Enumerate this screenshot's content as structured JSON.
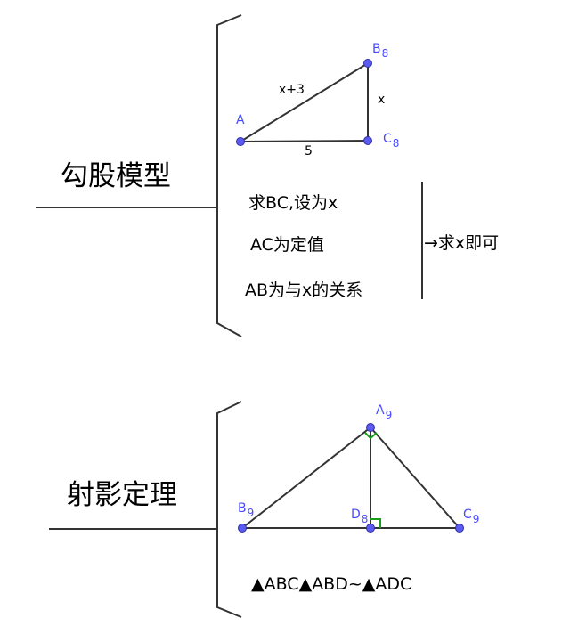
{
  "section1": {
    "title": "勾股模型",
    "points": {
      "a": "A",
      "b": "B",
      "b_sub": "8",
      "c": "C",
      "c_sub": "8"
    },
    "edges": {
      "ab": "x+3",
      "bc": "x",
      "ac": "5"
    },
    "notes": [
      "求BC,设为x",
      "AC为定值",
      "AB为与x的关系"
    ],
    "conclusion": "→求x即可"
  },
  "section2": {
    "title": "射影定理",
    "points": {
      "a": "A",
      "a_sub": "9",
      "b": "B",
      "b_sub": "9",
      "c": "C",
      "c_sub": "9",
      "d": "D",
      "d_sub": "8"
    },
    "similarity": "▲ABC▲ABD~▲ADC"
  },
  "colors": {
    "point_fill": "#5b5bf0",
    "point_stroke": "#2e2ea8",
    "point_label": "#4a4aff",
    "line": "#333333"
  }
}
